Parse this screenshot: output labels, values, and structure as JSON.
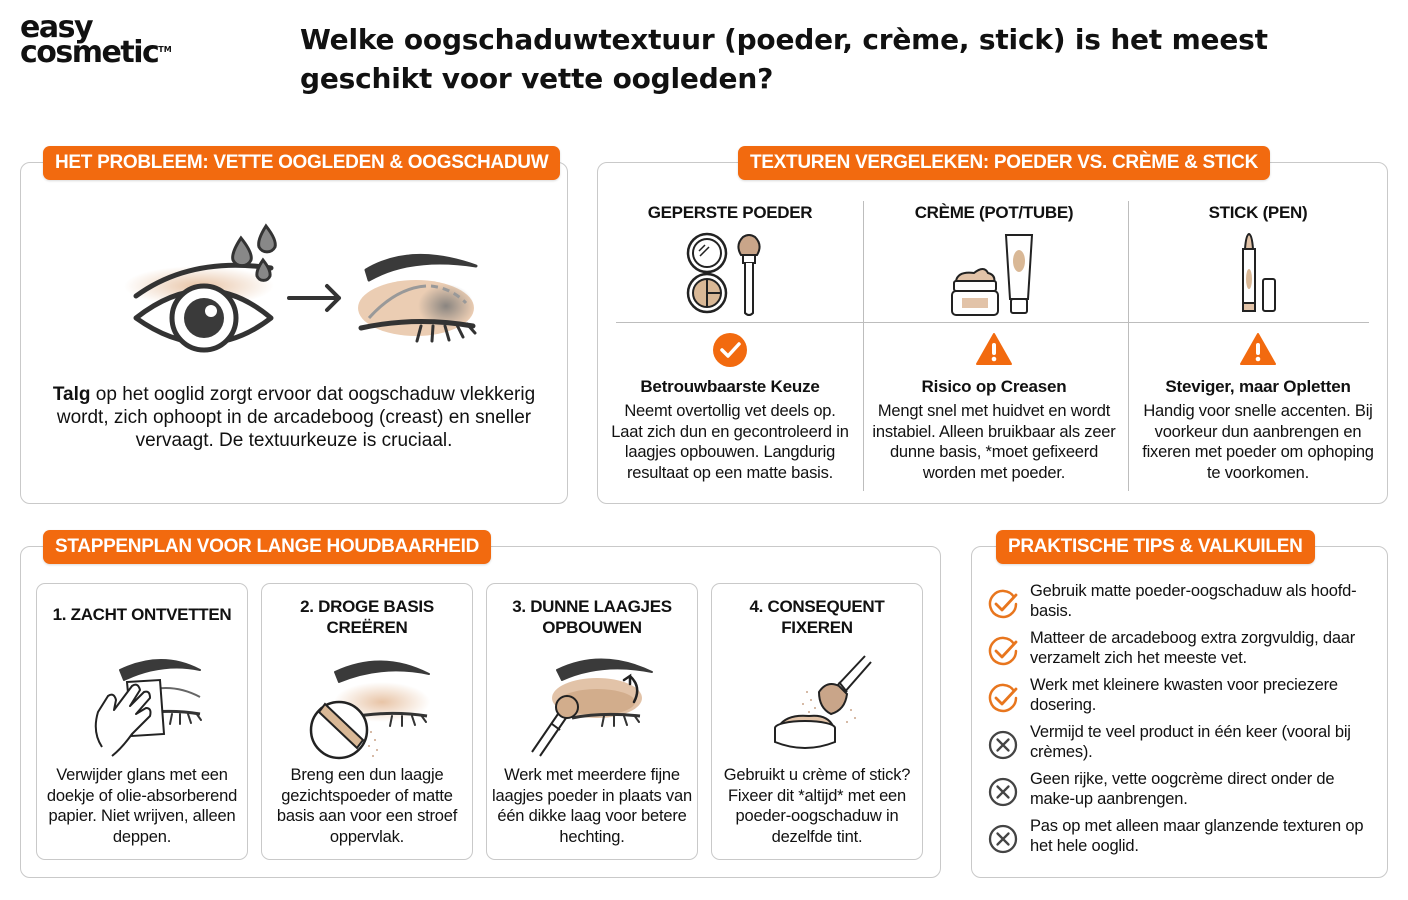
{
  "brand": {
    "line1": "easy",
    "line2": "cosmetic",
    "trademark": "TM"
  },
  "title": "Welke oogschaduwtextuur (poeder, crème, stick) is het meest geschikt voor vette oogleden?",
  "colors": {
    "accent": "#f26a0f",
    "skin": "#e8c4a6",
    "outline": "#333333",
    "border": "#c9c9c9"
  },
  "problem": {
    "label": "HET PROBLEEM: VETTE OOGLEDEN & OOGSCHADUW",
    "icons": [
      "oily-eye-icon",
      "arrow-right-icon",
      "creased-eyeshadow-icon"
    ],
    "text_bold": "Talg",
    "text_rest": " op het ooglid zorgt ervoor dat oogschaduw vlekkerig wordt, zich ophoopt in de arcadeboog (creast) en sneller vervaagt. De textuurkeuze is cruciaal."
  },
  "textures": {
    "label": "TEXTUREN VERGELEKEN: POEDER VS. CRÈME & STICK",
    "columns": [
      {
        "heading": "GEPERSTE POEDER",
        "icon": "pressed-powder-icon",
        "status": "check",
        "subtitle": "Betrouwbaarste Keuze",
        "description": "Neemt overtollig vet deels op. Laat zich dun en gecontroleerd in laagjes opbouwen. Langdurig resultaat op een matte basis."
      },
      {
        "heading": "CRÈME (POT/TUBE)",
        "icon": "cream-pot-tube-icon",
        "status": "warning",
        "subtitle": "Risico op Creasen",
        "description": "Mengt snel met huidvet en wordt instabiel. Alleen bruikbaar als zeer dunne basis, *moet gefixeerd worden met poeder."
      },
      {
        "heading": "STICK (PEN)",
        "icon": "stick-pen-icon",
        "status": "warning",
        "subtitle": "Steviger, maar Opletten",
        "description": "Handig voor snelle accenten. Bij voorkeur dun aanbrengen en fixeren met poeder om ophoping te voorkomen."
      }
    ]
  },
  "steps": {
    "label": "STAPPENPLAN VOOR LANGE HOUDBAARHEID",
    "items": [
      {
        "title": "1. ZACHT ONTVETTEN",
        "icon": "blotting-hand-icon",
        "description": "Verwijder glans met een doekje of olie-absorberend papier. Niet wrijven, alleen deppen."
      },
      {
        "title": "2. DROGE BASIS CREËREN",
        "icon": "powder-puff-icon",
        "description": "Breng een dun laagje gezichtspoeder of matte basis aan voor een stroef oppervlak."
      },
      {
        "title": "3. DUNNE LAAGJES OPBOUWEN",
        "icon": "brush-layers-icon",
        "description": "Werk met meerdere fijne laagjes poeder in plaats van één dikke laag voor betere hechting."
      },
      {
        "title": "4. CONSEQUENT FIXEREN",
        "icon": "brush-setting-icon",
        "description": "Gebruikt u crème of stick? Fixeer dit *altijd* met een poeder-oogschaduw in dezelfde tint."
      }
    ]
  },
  "tips": {
    "label": "PRAKTISCHE TIPS & VALKUILEN",
    "items": [
      {
        "type": "do",
        "icon": "check-circle-icon",
        "text": "Gebruik matte poeder-oogschaduw als hoofd-basis."
      },
      {
        "type": "do",
        "icon": "check-circle-icon",
        "text": "Matteer de arcadeboog extra zorgvuldig, daar verzamelt zich het meeste vet."
      },
      {
        "type": "do",
        "icon": "check-circle-icon",
        "text": "Werk met kleinere kwasten voor preciezere dosering."
      },
      {
        "type": "dont",
        "icon": "x-circle-icon",
        "text": "Vermijd te veel product in één keer (vooral bij crèmes)."
      },
      {
        "type": "dont",
        "icon": "x-circle-icon",
        "text": "Geen rijke, vette oogcrème direct onder de make-up aanbrengen."
      },
      {
        "type": "dont",
        "icon": "x-circle-icon",
        "text": "Pas op met alleen maar glanzende texturen op het hele ooglid."
      }
    ]
  }
}
